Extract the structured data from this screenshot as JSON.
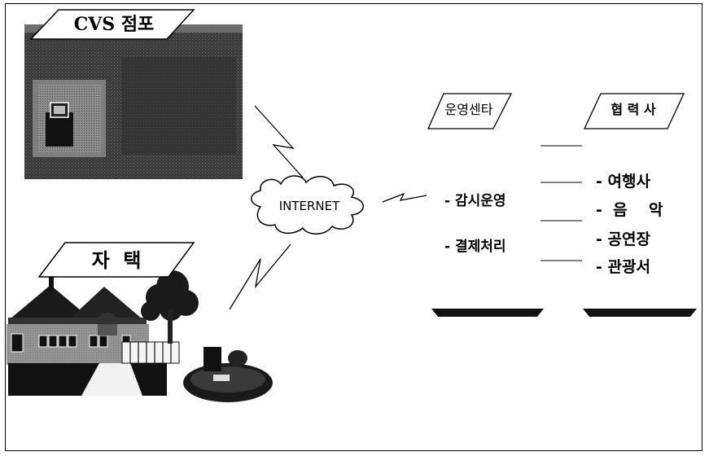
{
  "nodes": {
    "store": {
      "label": "CVS 점포"
    },
    "home": {
      "label": "자  택"
    },
    "internet": {
      "label": "INTERNET"
    },
    "center": {
      "label": "운영센타",
      "items": [
        "- 감시운영",
        "- 결제처리"
      ]
    },
    "partner": {
      "label": "협 력 사",
      "items": [
        "- 여행사",
        "-  음    악",
        "- 공연장",
        "- 관광서"
      ]
    }
  },
  "colors": {
    "line": "#000000",
    "photo_dark": "#1e1e1e",
    "photo_mid": "#8a8a8a",
    "background": "#ffffff"
  },
  "icons": [
    "cvs-store-photo",
    "house-photo",
    "internet-cloud-icon",
    "lightning-link-icon"
  ]
}
